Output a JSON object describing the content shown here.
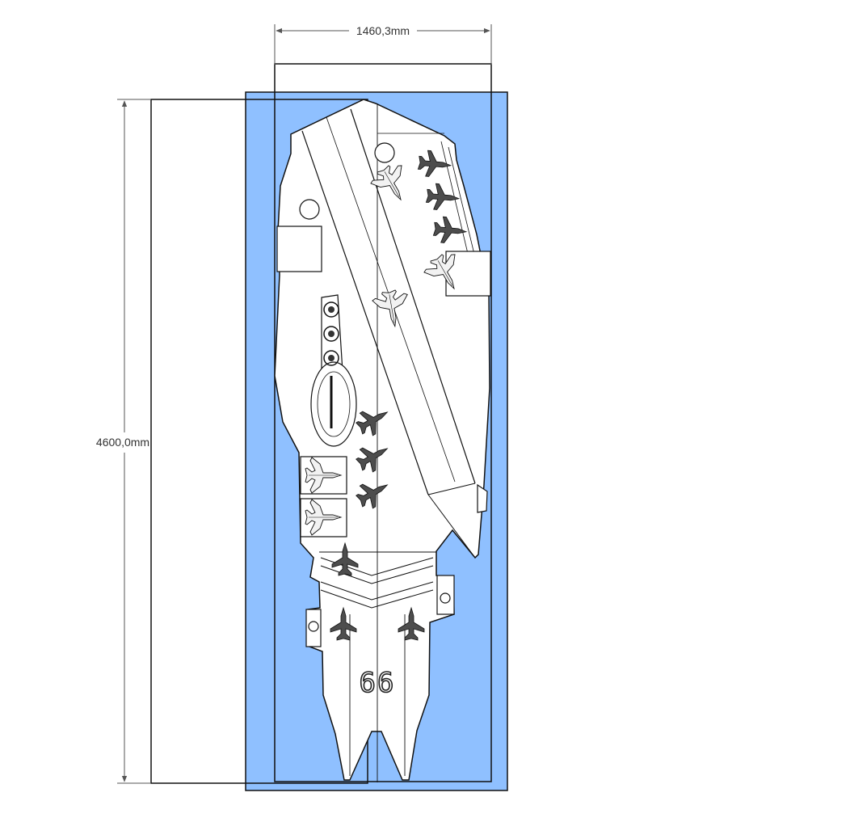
{
  "dimensions": {
    "width_label": "1460,3mm",
    "height_label": "4600,0mm"
  },
  "deck": {
    "hull_number": "66"
  },
  "colors": {
    "water": "#8fc0ff",
    "deck": "#ffffff",
    "line": "#111111",
    "dimension_line": "#555555",
    "aircraft_dark": "#4d4d4d",
    "aircraft_light": "#f2f2f2"
  },
  "icons": {
    "aircraft": "jet-silhouette-icon",
    "elevator": "deck-elevator-icon"
  }
}
